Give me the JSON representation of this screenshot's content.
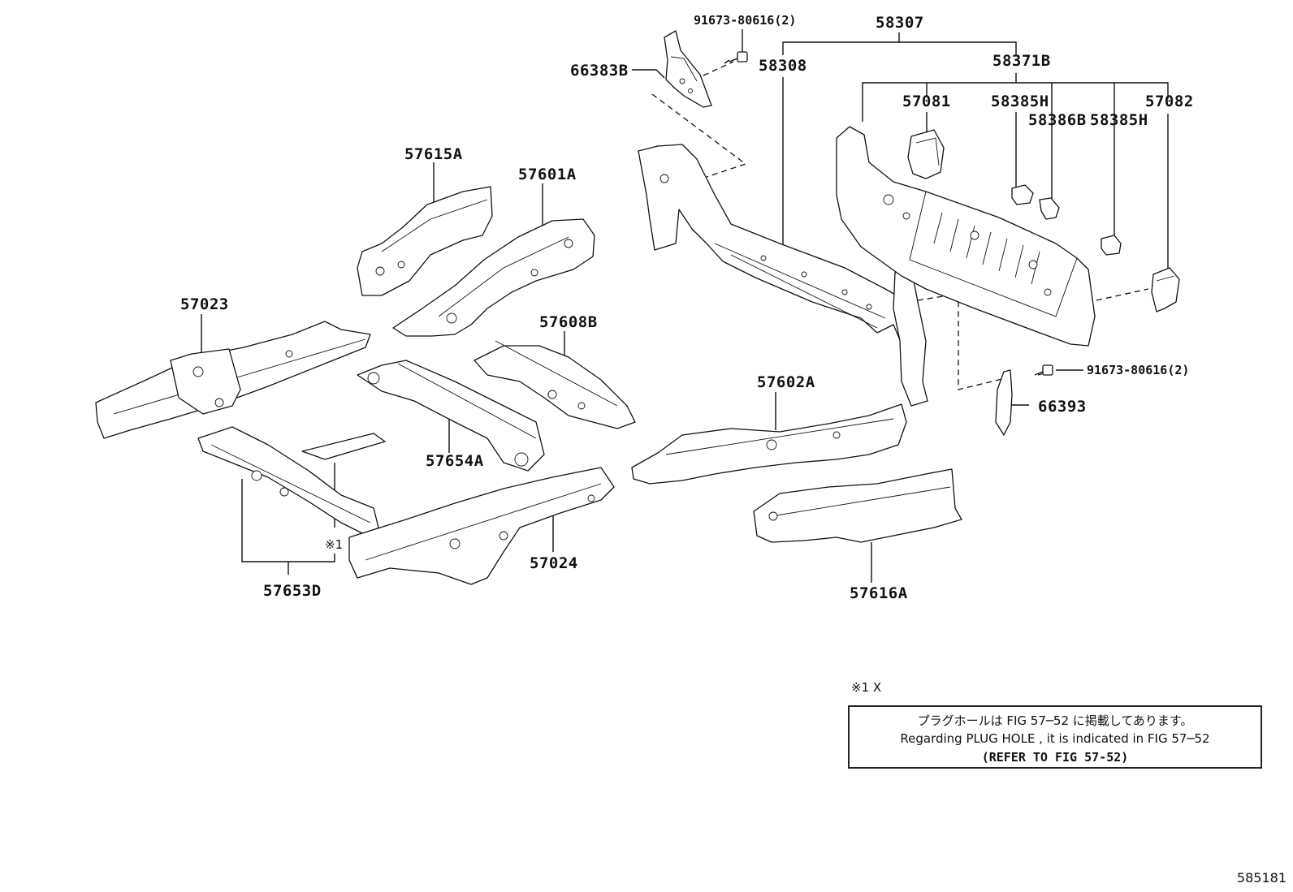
{
  "labels": {
    "p91673_top": "91673-80616(2)",
    "p58307": "58307",
    "p66383B": "66383B",
    "p58308": "58308",
    "p58371B": "58371B",
    "p57081": "57081",
    "p58385H_a": "58385H",
    "p57082": "57082",
    "p58386B": "58386B",
    "p58385H_b": "58385H",
    "p57615A": "57615A",
    "p57601A": "57601A",
    "p57023": "57023",
    "p57608B": "57608B",
    "p91673_right": "91673-80616(2)",
    "p57602A": "57602A",
    "p66393": "66393",
    "p57654A": "57654A",
    "p57024": "57024",
    "p57653D": "57653D",
    "p57616A": "57616A",
    "mark1": "※1"
  },
  "note": {
    "mark": "※1 X",
    "japanese": "プラグホールは FIG 57─52 に掲載してあります。",
    "english": "Regarding PLUG HOLE , it is indicated in FIG 57─52",
    "refer": "(REFER TO FIG 57-52)"
  },
  "diagram_id": "585181"
}
